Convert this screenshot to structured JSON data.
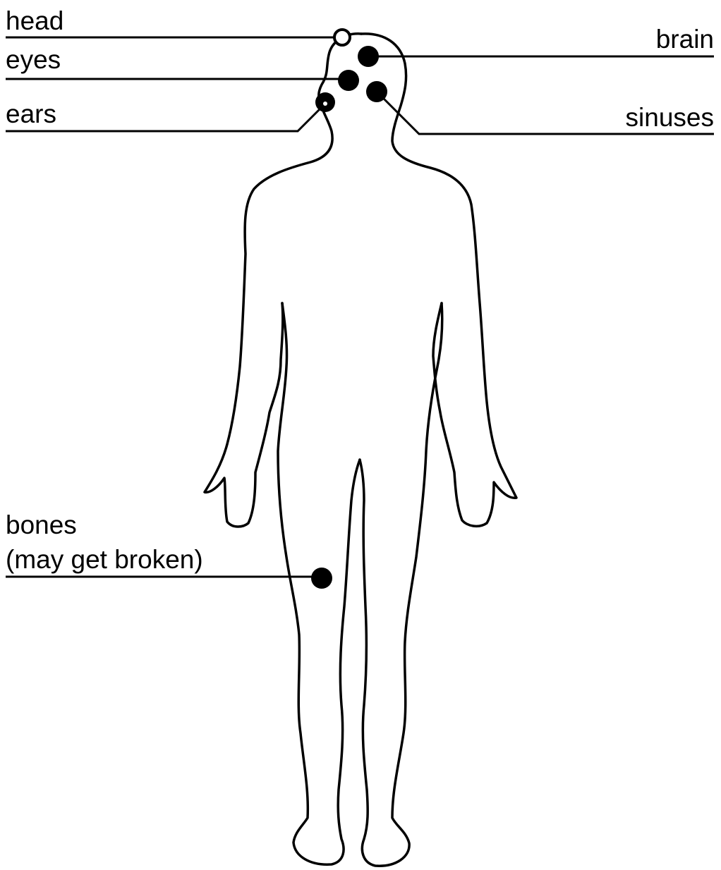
{
  "diagram": {
    "labels": {
      "head": "head",
      "eyes": "eyes",
      "ears": "ears",
      "brain": "brain",
      "sinuses": "sinuses",
      "bones_line1": "bones",
      "bones_line2": "(may get broken)"
    }
  },
  "colors": {
    "ink": "#000000",
    "background": "#ffffff"
  }
}
